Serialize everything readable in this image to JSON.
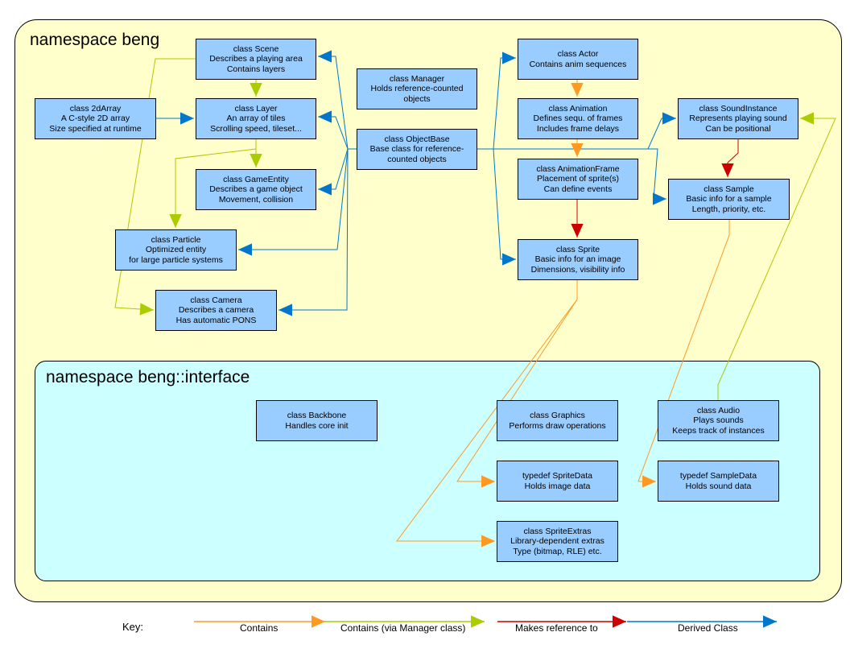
{
  "namespaces": {
    "outer": {
      "title": "namespace beng"
    },
    "inner": {
      "title": "namespace beng::interface"
    }
  },
  "colors": {
    "contains": "#ff9922",
    "contains_via_manager": "#aacc00",
    "makes_reference_to": "#cc0000",
    "derived_class": "#0077cc",
    "node_fill": "#99ccff",
    "outer_ns_fill": "#ffffcc",
    "inner_ns_fill": "#ccffff"
  },
  "nodes": {
    "scene": [
      "class Scene",
      "Describes a playing area",
      "Contains layers"
    ],
    "array2d": [
      "class 2dArray",
      "A C-style 2D array",
      "Size specified at runtime"
    ],
    "layer": [
      "class Layer",
      "An array of tiles",
      "Scrolling speed, tileset..."
    ],
    "gameentity": [
      "class GameEntity",
      "Describes a game object",
      "Movement, collision"
    ],
    "particle": [
      "class Particle",
      "Optimized entity",
      "for large particle systems"
    ],
    "camera": [
      "class Camera",
      "Describes a camera",
      "Has automatic PONS"
    ],
    "manager": [
      "class Manager",
      "Holds reference-counted",
      "objects"
    ],
    "objectbase": [
      "class ObjectBase",
      "Base class for reference-",
      "counted objects"
    ],
    "actor": [
      "class Actor",
      "Contains anim sequences"
    ],
    "animation": [
      "class Animation",
      "Defines sequ. of frames",
      "Includes frame delays"
    ],
    "animationframe": [
      "class AnimationFrame",
      "Placement of sprite(s)",
      "Can define events"
    ],
    "sprite": [
      "class Sprite",
      "Basic info for an image",
      "Dimensions, visibility info"
    ],
    "soundinstance": [
      "class SoundInstance",
      "Represents playing sound",
      "Can be positional"
    ],
    "sample": [
      "class Sample",
      "Basic info for a sample",
      "Length, priority, etc."
    ],
    "backbone": [
      "class Backbone",
      "Handles core init"
    ],
    "graphics": [
      "class Graphics",
      "Performs draw operations"
    ],
    "spritedata": [
      "typedef SpriteData",
      "Holds image data"
    ],
    "spriteextras": [
      "class SpriteExtras",
      "Library-dependent extras",
      "Type (bitmap, RLE) etc."
    ],
    "audio": [
      "class Audio",
      "Plays sounds",
      "Keeps track of instances"
    ],
    "sampledata": [
      "typedef SampleData",
      "Holds sound data"
    ]
  },
  "edges": [
    {
      "from": "objectbase",
      "to": "scene",
      "type": "derived_class"
    },
    {
      "from": "objectbase",
      "to": "layer",
      "type": "derived_class"
    },
    {
      "from": "objectbase",
      "to": "gameentity",
      "type": "derived_class"
    },
    {
      "from": "objectbase",
      "to": "particle",
      "type": "derived_class"
    },
    {
      "from": "objectbase",
      "to": "camera",
      "type": "derived_class"
    },
    {
      "from": "objectbase",
      "to": "actor",
      "type": "derived_class"
    },
    {
      "from": "objectbase",
      "to": "sprite",
      "type": "derived_class"
    },
    {
      "from": "objectbase",
      "to": "soundinstance",
      "type": "derived_class"
    },
    {
      "from": "objectbase",
      "to": "sample",
      "type": "derived_class"
    },
    {
      "from": "array2d",
      "to": "layer",
      "type": "derived_class"
    },
    {
      "from": "scene",
      "to": "layer",
      "type": "contains_via_manager"
    },
    {
      "from": "scene",
      "to": "camera",
      "type": "contains_via_manager"
    },
    {
      "from": "layer",
      "to": "gameentity",
      "type": "contains_via_manager"
    },
    {
      "from": "layer",
      "to": "particle",
      "type": "contains_via_manager"
    },
    {
      "from": "audio",
      "to": "soundinstance",
      "type": "contains_via_manager"
    },
    {
      "from": "actor",
      "to": "animation",
      "type": "contains"
    },
    {
      "from": "animation",
      "to": "animationframe",
      "type": "contains"
    },
    {
      "from": "sprite",
      "to": "spritedata",
      "type": "contains"
    },
    {
      "from": "sprite",
      "to": "spriteextras",
      "type": "contains"
    },
    {
      "from": "sample",
      "to": "sampledata",
      "type": "contains"
    },
    {
      "from": "animationframe",
      "to": "sprite",
      "type": "makes_reference_to"
    },
    {
      "from": "soundinstance",
      "to": "sample",
      "type": "makes_reference_to"
    }
  ],
  "key": {
    "title": "Key:",
    "items": [
      {
        "label": "Contains",
        "type": "contains"
      },
      {
        "label": "Contains (via Manager class)",
        "type": "contains_via_manager"
      },
      {
        "label": "Makes reference to",
        "type": "makes_reference_to"
      },
      {
        "label": "Derived Class",
        "type": "derived_class"
      }
    ]
  }
}
